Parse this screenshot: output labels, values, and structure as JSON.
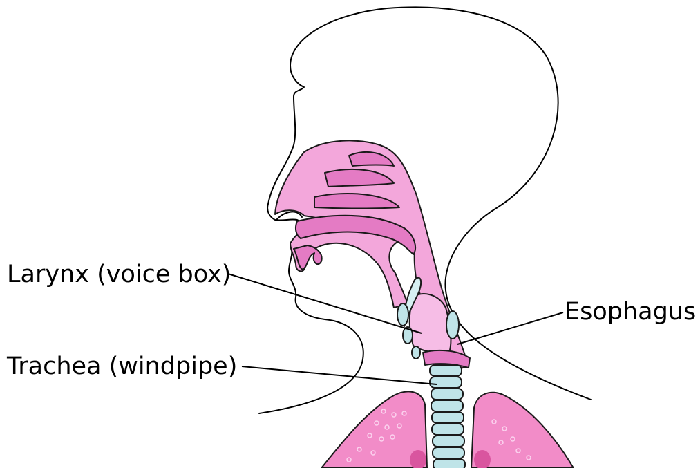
{
  "labels": {
    "larynx": "Larynx (voice box)",
    "trachea": "Trachea (windpipe)",
    "esophagus": "Esophagus"
  },
  "colors": {
    "tissue_pink": "#f3a7db",
    "tissue_dark_pink": "#e47bc4",
    "tissue_light_pink": "#fbd3ef",
    "cartilage_blue": "#bfe4e8",
    "lung_pink": "#f28cc8",
    "lung_dark": "#d9559f",
    "outline": "#000000"
  }
}
